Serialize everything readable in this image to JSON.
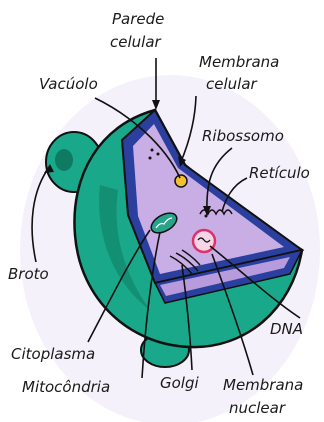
{
  "labels": {
    "parede_celular_1": "Parede",
    "parede_celular_2": "celular",
    "membrana_celular_1": "Membrana",
    "membrana_celular_2": "celular",
    "vacuolo": "Vacúolo",
    "ribossomo": "Ribossomo",
    "reticulo": "Retículo",
    "broto": "Broto",
    "dna": "DNA",
    "citoplasma": "Citoplasma",
    "mitocondria": "Mitocôndria",
    "golgi": "Golgi",
    "membrana_nuclear_1": "Membrana",
    "membrana_nuclear_2": "nuclear"
  },
  "colors": {
    "cell_wall": "#1aa88a",
    "cell_wall_dark": "#0e7a62",
    "membrane": "#2b3f9e",
    "cytoplasm": "#c9aee6",
    "vacuole": "#f2c12e",
    "nucleus_ring": "#e0306a",
    "mitochondria": "#2aa38b",
    "outline": "#111111"
  }
}
